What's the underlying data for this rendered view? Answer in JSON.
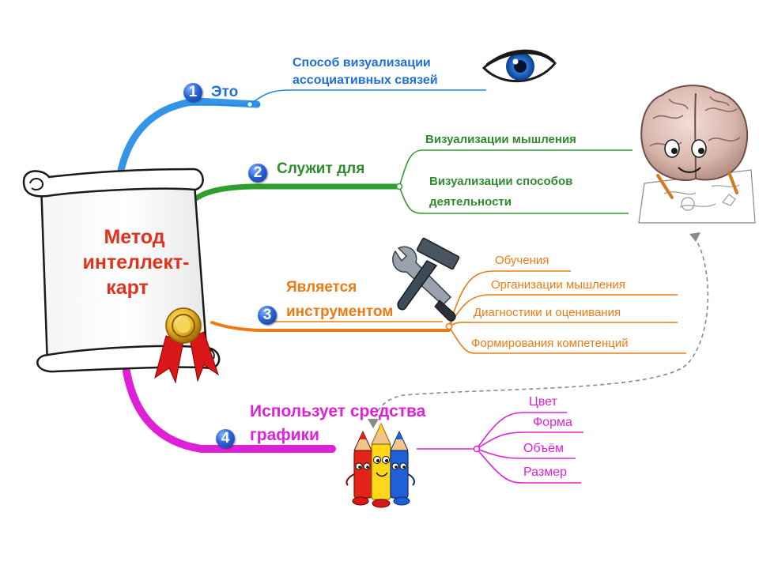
{
  "central": {
    "lines": [
      "Метод",
      "интеллект-",
      "карт"
    ]
  },
  "branches": [
    {
      "number": "1",
      "label": "Это",
      "color": "#1e88e5",
      "items": [
        "Способ визуализации",
        "ассоциативных связей"
      ]
    },
    {
      "number": "2",
      "label": "Служит для",
      "color": "#2e9e2e",
      "items": [
        "Визуализации мышления",
        "Визуализации способов",
        "деятельности"
      ]
    },
    {
      "number": "3",
      "label_lines": [
        "Является",
        "инструментом"
      ],
      "color": "#f07a12",
      "items": [
        "Обучения",
        "Организации мышления",
        "Диагностики и оценивания",
        "Формирования компетенций"
      ]
    },
    {
      "number": "4",
      "label_lines": [
        "Использует средства",
        "графики"
      ],
      "color": "#e020d8",
      "items": [
        "Цвет",
        "Форма",
        "Объём",
        "Размер"
      ]
    }
  ],
  "icons": [
    "eye-icon",
    "brain-icon",
    "tools-icon",
    "pencils-icon",
    "ribbon-seal-icon",
    "scroll-icon"
  ]
}
